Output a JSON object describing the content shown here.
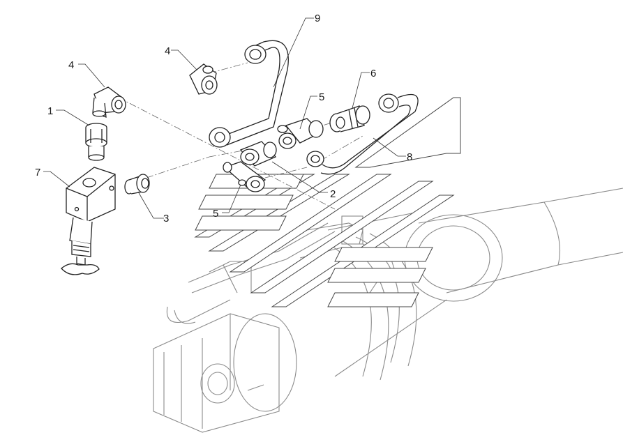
{
  "callouts": {
    "c1": "1",
    "c2": "2",
    "c3": "3",
    "c4a": "4",
    "c4b": "4",
    "c5a": "5",
    "c5b": "5",
    "c6": "6",
    "c7": "7",
    "c8": "8",
    "c9": "9"
  },
  "colors": {
    "line": "#222222",
    "ghost": "#8a8a8a",
    "background": "#ffffff"
  }
}
